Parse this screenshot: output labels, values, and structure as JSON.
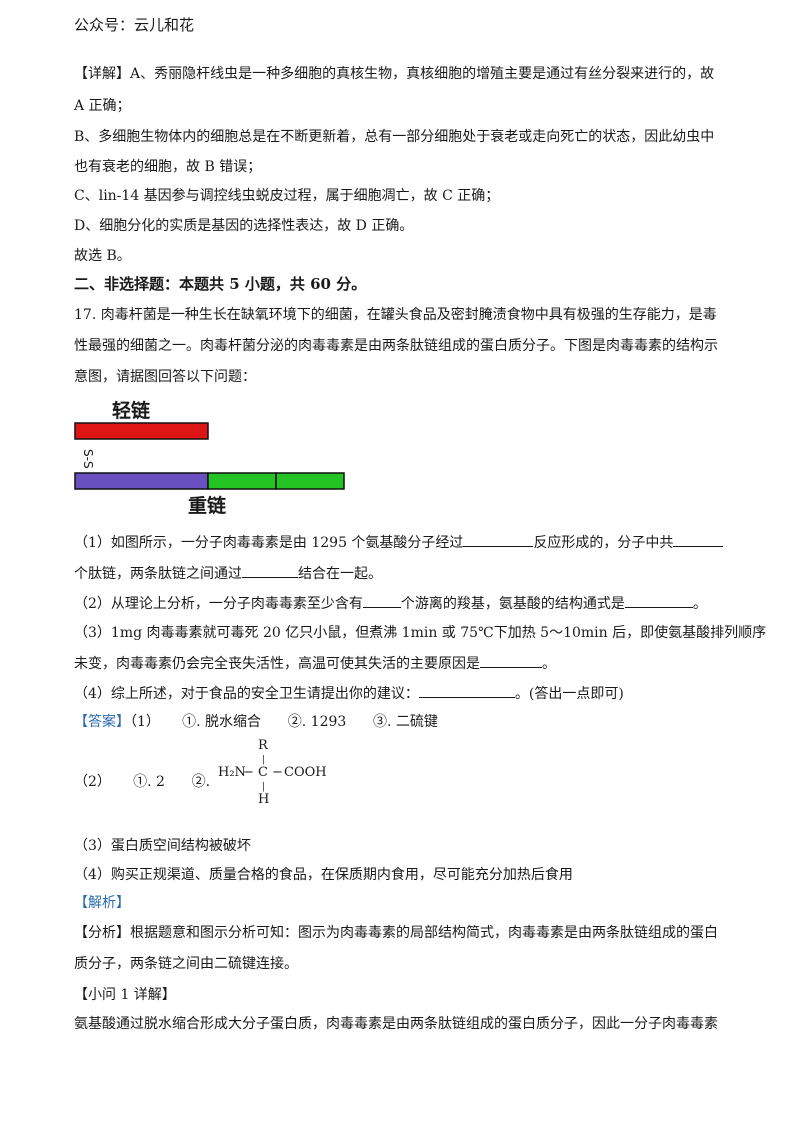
{
  "header": "公众号：云儿和花",
  "explain": {
    "p1a": "【详解】A、秀丽隐杆线虫是一种多细胞的真核生物，真核细胞的增殖主要是通过有丝分裂来进行的，故",
    "p1b": "A 正确；",
    "p2a": "B、多细胞生物体内的细胞总是在不断更新着，总有一部分细胞处于衰老或走向死亡的状态，因此幼虫中",
    "p2b": "也有衰老的细胞，故 B 错误；",
    "p3": "C、lin-14 基因参与调控线虫蜕皮过程，属于细胞凋亡，故 C 正确；",
    "p4": "D、细胞分化的实质是基因的选择性表达，故 D 正确。",
    "p5": "故选 B。"
  },
  "section_title": "二、非选择题：本题共 5 小题，共 60 分。",
  "q17": {
    "l1": "17. 肉毒杆菌是一种生长在缺氧环境下的细菌，在罐头食品及密封腌渍食物中具有极强的生存能力，是毒",
    "l2": "性最强的细菌之一。肉毒杆菌分泌的肉毒毒素是由两条肽链组成的蛋白质分子。下图是肉毒毒素的结构示",
    "l3": "意图，请据图回答以下问题："
  },
  "diagram": {
    "light_chain_label": "轻链",
    "heavy_chain_label": "重链",
    "ss_label": "S-S",
    "colors": {
      "light": "#dd1515",
      "heavy_purple": "#6a4fc0",
      "heavy_green": "#22c322"
    }
  },
  "questions": {
    "q1a": "（1）如图所示，一分子肉毒毒素是由 1295 个氨基酸分子经过",
    "q1b": "反应形成的，分子中共",
    "q1c": "个肽链，两条肽链之间通过",
    "q1d": "结合在一起。",
    "q2a": "（2）从理论上分析，一分子肉毒毒素至少含有",
    "q2b": "个游离的羧基，氨基酸的结构通式是",
    "q2c": "。",
    "q3a": "（3）1mg 肉毒毒素就可毒死 20 亿只小鼠，但煮沸 1min 或 75℃下加热 5～10min 后，即使氨基酸排列顺序",
    "q3b": "未变，肉毒毒素仍会完全丧失活性，高温可使其失活的主要原因是",
    "q3c": "。",
    "q4a": "（4）综上所述，对于食品的安全卫生请提出你的建议：",
    "q4b": "。(答出一点即可)"
  },
  "answer": {
    "tag": "【答案】",
    "a1": "（1）     ①. 脱水缩合      ②. 1293      ③. 二硫键",
    "a2_prefix": "（2）     ①. 2      ②.",
    "formula": {
      "r": "R",
      "left": "H₂N",
      "c": "C",
      "right": "COOH",
      "h": "H"
    },
    "a3": "（3）蛋白质空间结构被破坏",
    "a4": "（4）购买正规渠道、质量合格的食品，在保质期内食用，尽可能充分加热后食用"
  },
  "analysis": {
    "tag": "【解析】",
    "p1a": "【分析】根据题意和图示分析可知：图示为肉毒毒素的局部结构简式，肉毒毒素是由两条肽链组成的蛋白",
    "p1b": "质分子，两条链之间由二硫键连接。",
    "sub_title": "【小问 1 详解】",
    "p2": "氨基酸通过脱水缩合形成大分子蛋白质，肉毒毒素是由两条肽链组成的蛋白质分子，因此一分子肉毒毒素"
  }
}
